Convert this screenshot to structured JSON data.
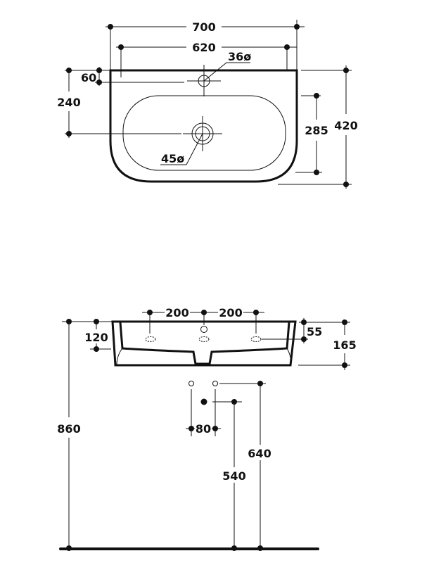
{
  "top_view": {
    "width_overall": "700",
    "width_fixing": "620",
    "tap_hole_diameter": "36ø",
    "tap_hole_offset": "60",
    "drain_offset": "240",
    "basin_depth": "285",
    "depth_overall": "420",
    "drain_diameter": "45ø"
  },
  "side_view": {
    "hole_spacing_left": "200",
    "hole_spacing_right": "200",
    "inner_height": "120",
    "overflow_offset": "55",
    "height_overall": "165",
    "mount_height": "860",
    "supply_spacing": "80",
    "supply_height": "640",
    "waste_height": "540"
  }
}
